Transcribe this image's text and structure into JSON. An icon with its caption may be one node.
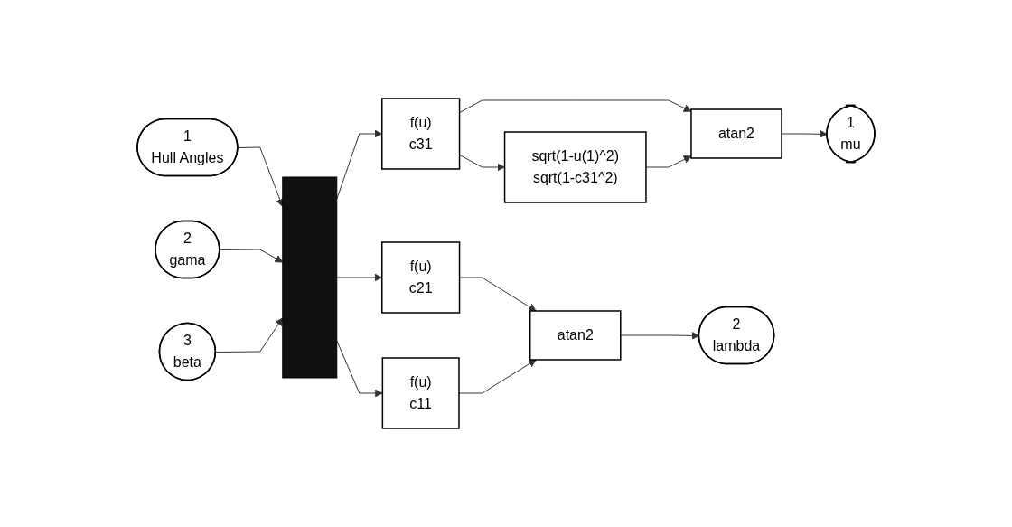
{
  "diagram": {
    "nodes": [
      {
        "text": [
          "1",
          "Hull Angles"
        ]
      },
      {
        "text": [
          "2",
          "gama"
        ]
      },
      {
        "text": [
          "3",
          "beta"
        ]
      },
      {
        "text": [],
        "shape": "bar"
      },
      {
        "text": [
          "f(u)",
          "c31"
        ]
      },
      {
        "text": [
          "sqrt(1-u(1)^2)",
          "sqrt(1-c31^2)"
        ]
      },
      {
        "text": [
          "atan2"
        ]
      },
      {
        "text": [
          "1",
          "mu"
        ]
      },
      {
        "text": [
          "f(u)",
          "c21"
        ]
      },
      {
        "text": [
          "f(u)",
          "c11"
        ]
      },
      {
        "text": [
          "atan2"
        ]
      },
      {
        "text": [
          "2",
          "lambda"
        ]
      }
    ],
    "edges": [
      {
        "from": 0,
        "to": 3,
        "arrow": "to"
      },
      {
        "from": 1,
        "to": 3,
        "arrow": "to"
      },
      {
        "from": 2,
        "to": 3,
        "arrow": "to"
      },
      {
        "from": 3,
        "to": 4,
        "arrow": "to"
      },
      {
        "from": 3,
        "to": 8,
        "arrow": "to"
      },
      {
        "from": 3,
        "to": 9,
        "arrow": "to"
      },
      {
        "from": 4,
        "to": 6,
        "arrow": "to"
      },
      {
        "from": 4,
        "to": 5,
        "arrow": "to"
      },
      {
        "from": 5,
        "to": 6,
        "arrow": "to"
      },
      {
        "from": 6,
        "to": 7,
        "arrow": "to"
      },
      {
        "from": 8,
        "to": 10,
        "arrow": "to"
      },
      {
        "from": 9,
        "to": 10,
        "arrow": "to"
      },
      {
        "from": 10,
        "to": 11,
        "arrow": "to"
      }
    ]
  }
}
